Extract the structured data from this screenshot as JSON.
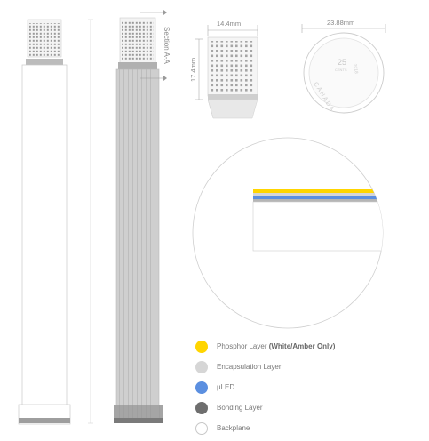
{
  "colors": {
    "phosphor": "#FFD500",
    "encapsulation": "#D6D6D6",
    "uled": "#5B8FE0",
    "bonding": "#6E6E6E",
    "backplane": "#FFFFFF",
    "line": "#BBBBBB",
    "ribbon": "#C9C9C9"
  },
  "labels": {
    "section": "Section A-A",
    "width_dim": "14.4mm",
    "height_dim": "17.4mm",
    "coin_dim": "23.88mm"
  },
  "coin": {
    "country": "CANADA",
    "value": "25",
    "unit": "CENTS",
    "year": "2018"
  },
  "legend": [
    {
      "key": "phosphor",
      "label": "Phosphor Layer",
      "suffix": "(White/Amber Only)"
    },
    {
      "key": "encapsulation",
      "label": "Encapsulation Layer",
      "suffix": ""
    },
    {
      "key": "uled",
      "label": "μLED",
      "suffix": ""
    },
    {
      "key": "bonding",
      "label": "Bonding Layer",
      "suffix": ""
    },
    {
      "key": "backplane",
      "label": "Backplane",
      "suffix": ""
    }
  ]
}
